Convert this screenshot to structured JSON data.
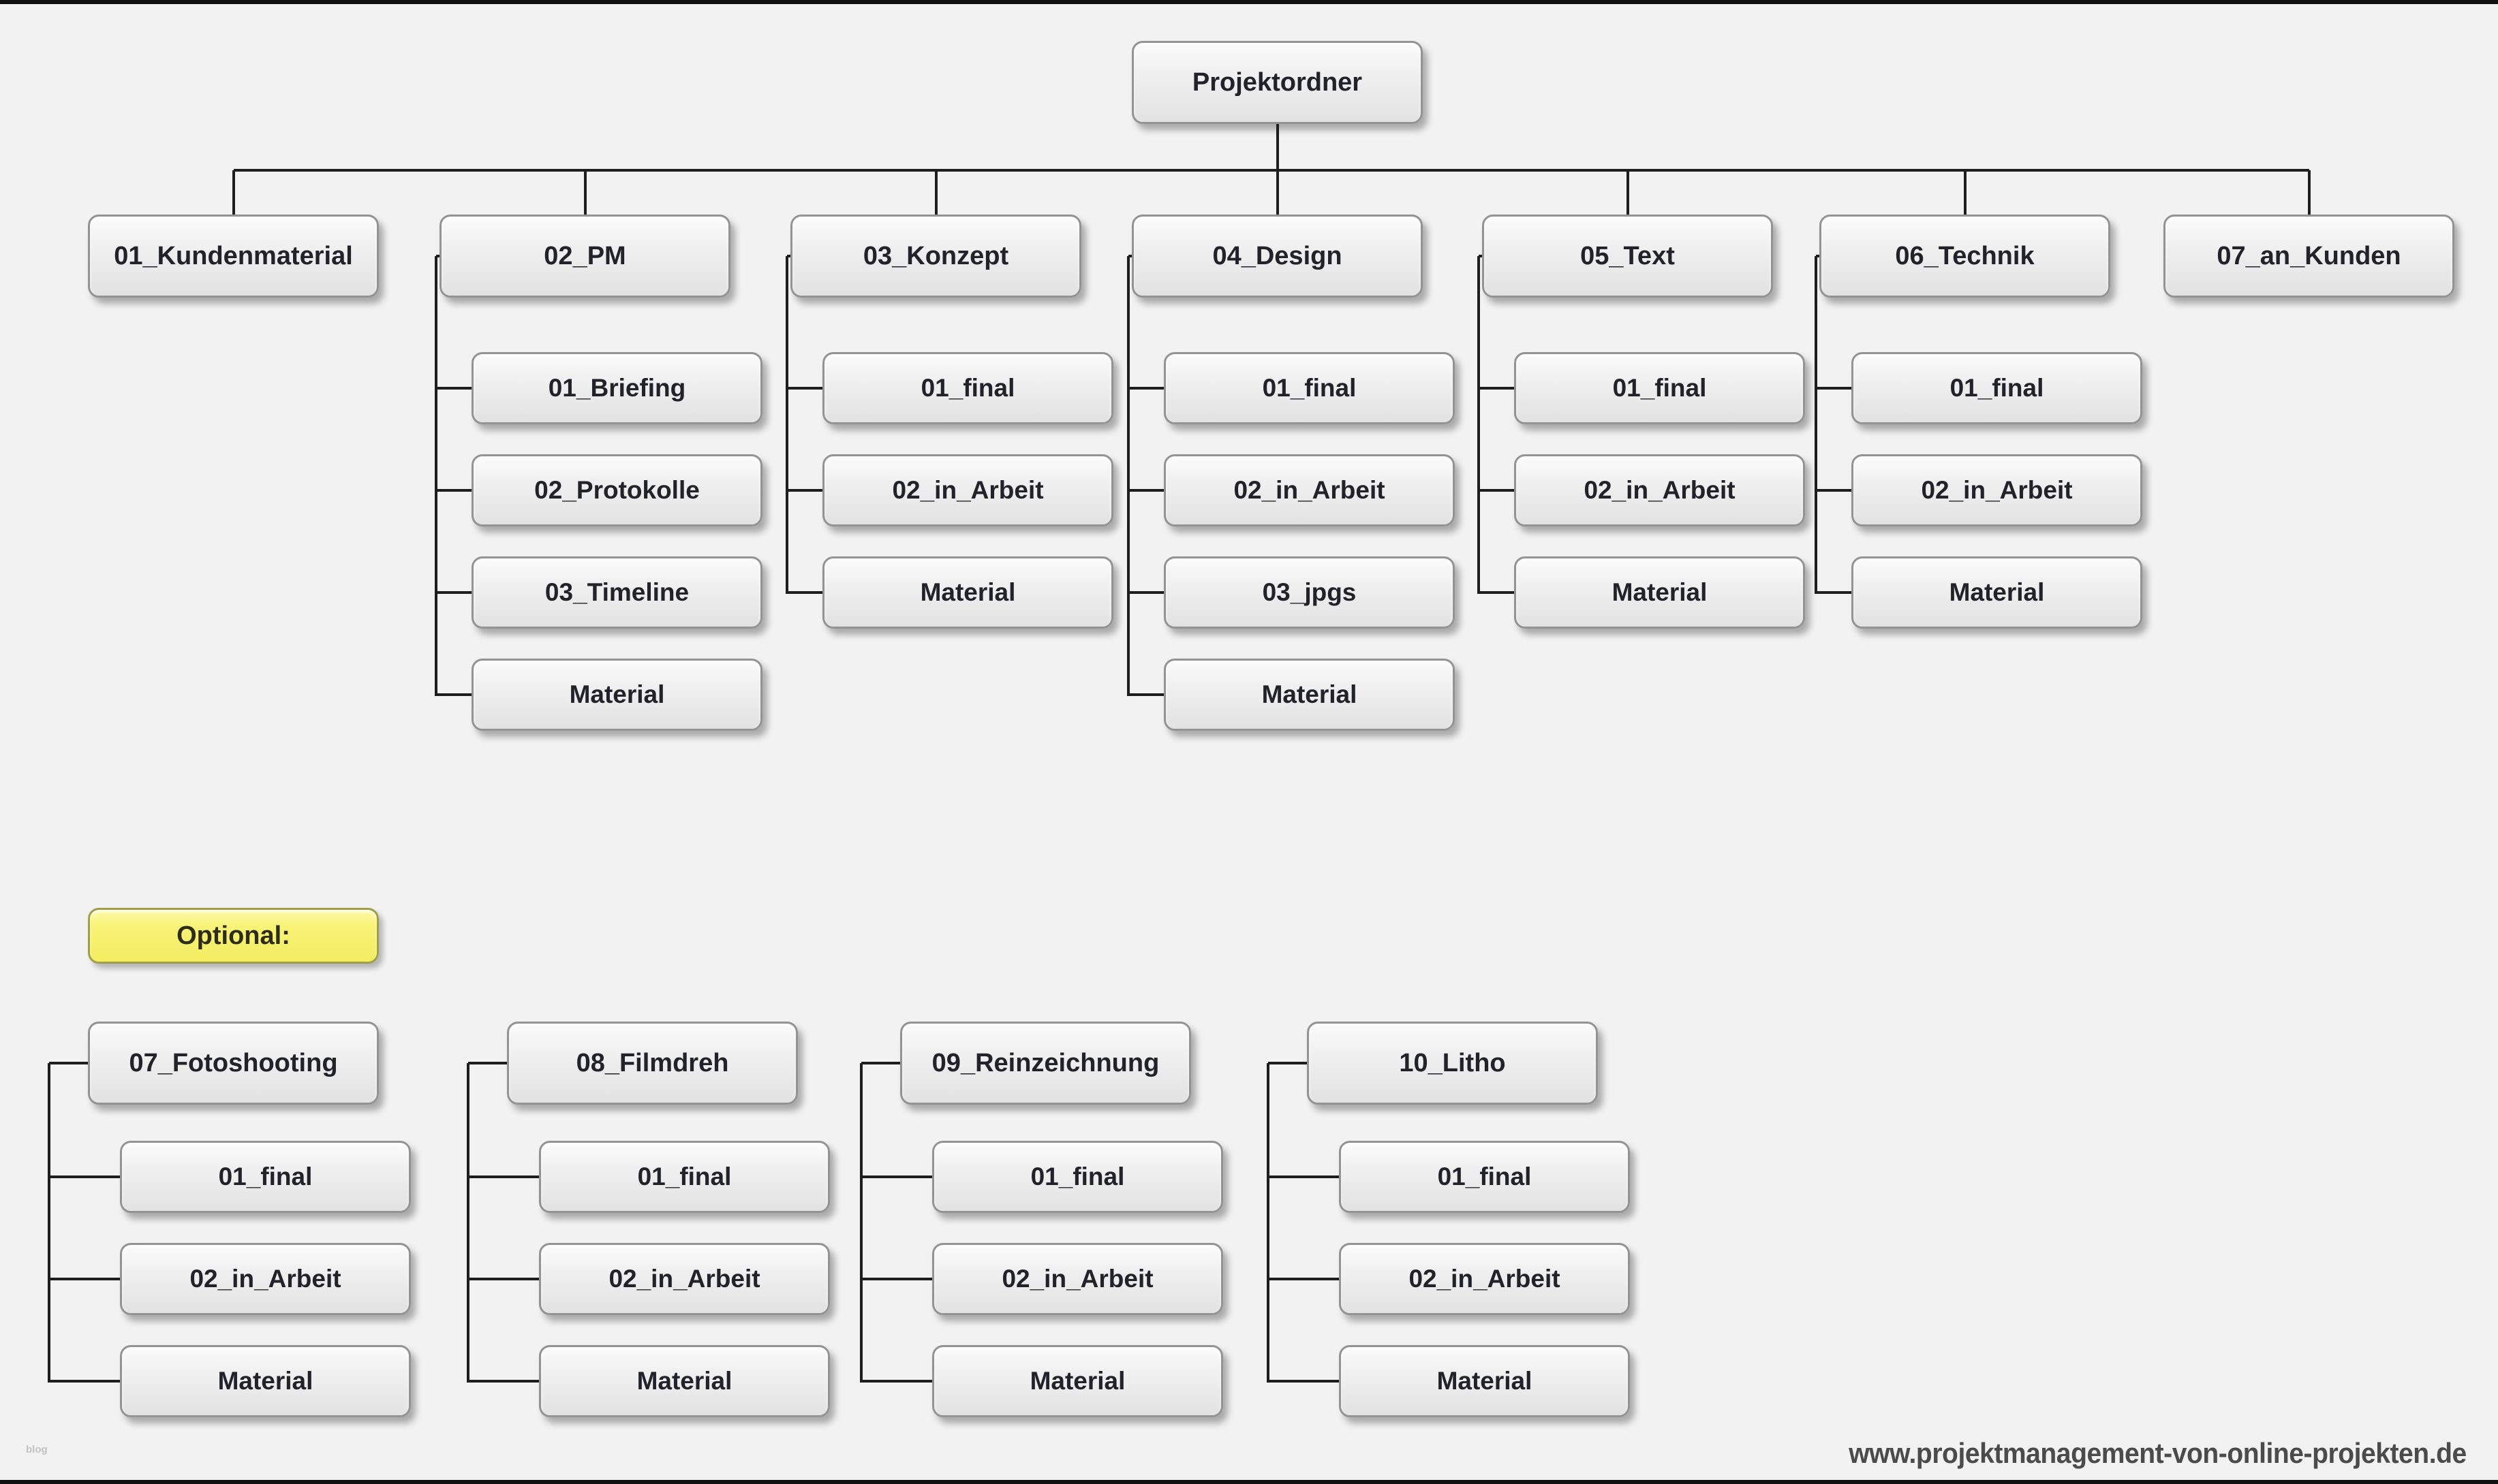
{
  "page": {
    "background_color": "#f2f2f2",
    "edge_bar_color": "#101010",
    "connector_color": "#1e1e1e",
    "node_fill_top": "#fbfbfb",
    "node_fill_bottom": "#e2e2e2",
    "node_border_color": "#939393",
    "node_text_color": "#22222a",
    "optional_fill": "#f8f378",
    "optional_border_color": "#a19e4a",
    "footer_url": "www.projektmanagement-von-online-projekten.de",
    "footer_url_color": "#4b4b4b",
    "watermark": "blog"
  },
  "tree": {
    "root": {
      "label": "Projektordner"
    },
    "main_branches": [
      {
        "label": "01_Kundenmaterial",
        "children": []
      },
      {
        "label": "02_PM",
        "children": [
          "01_Briefing",
          "02_Protokolle",
          "03_Timeline",
          "Material"
        ]
      },
      {
        "label": "03_Konzept",
        "children": [
          "01_final",
          "02_in_Arbeit",
          "Material"
        ]
      },
      {
        "label": "04_Design",
        "children": [
          "01_final",
          "02_in_Arbeit",
          "03_jpgs",
          "Material"
        ]
      },
      {
        "label": "05_Text",
        "children": [
          "01_final",
          "02_in_Arbeit",
          "Material"
        ]
      },
      {
        "label": "06_Technik",
        "children": [
          "01_final",
          "02_in_Arbeit",
          "Material"
        ]
      },
      {
        "label": "07_an_Kunden",
        "children": []
      }
    ],
    "optional_section": {
      "label": "Optional:",
      "branches": [
        {
          "label": "07_Fotoshooting",
          "children": [
            "01_final",
            "02_in_Arbeit",
            "Material"
          ]
        },
        {
          "label": "08_Filmdreh",
          "children": [
            "01_final",
            "02_in_Arbeit",
            "Material"
          ]
        },
        {
          "label": "09_Reinzeichnung",
          "children": [
            "01_final",
            "02_in_Arbeit",
            "Material"
          ]
        },
        {
          "label": "10_Litho",
          "children": [
            "01_final",
            "02_in_Arbeit",
            "Material"
          ]
        }
      ]
    }
  }
}
